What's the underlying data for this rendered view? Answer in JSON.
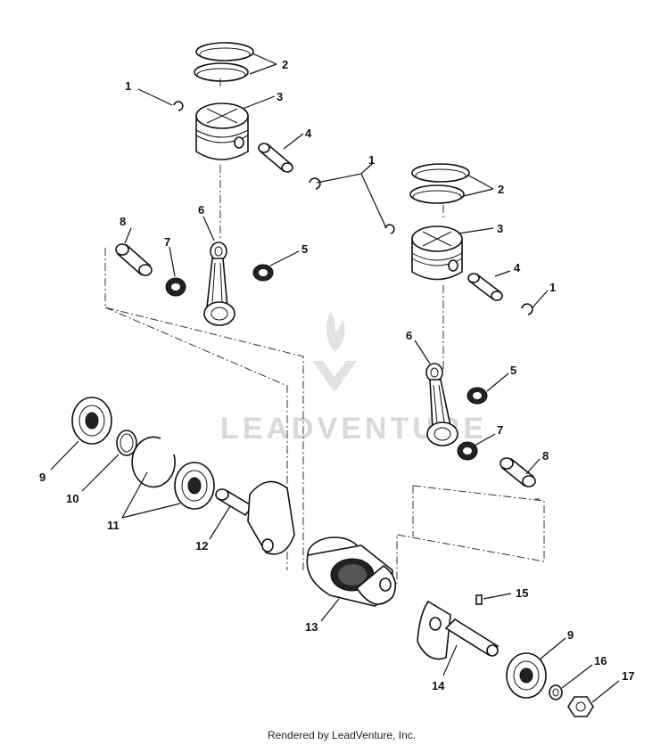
{
  "watermark": {
    "text": "LEADVENTURE"
  },
  "footer": {
    "text": "Rendered by LeadVenture, Inc."
  },
  "callouts": [
    "1",
    "2",
    "3",
    "4",
    "1",
    "2",
    "3",
    "4",
    "1",
    "5",
    "6",
    "7",
    "8",
    "6",
    "5",
    "7",
    "8",
    "9",
    "10",
    "11",
    "12",
    "13",
    "15",
    "14",
    "9",
    "16",
    "17"
  ],
  "colors": {
    "line": "#111111",
    "background": "#ffffff",
    "watermark": "#d9d9d9"
  }
}
